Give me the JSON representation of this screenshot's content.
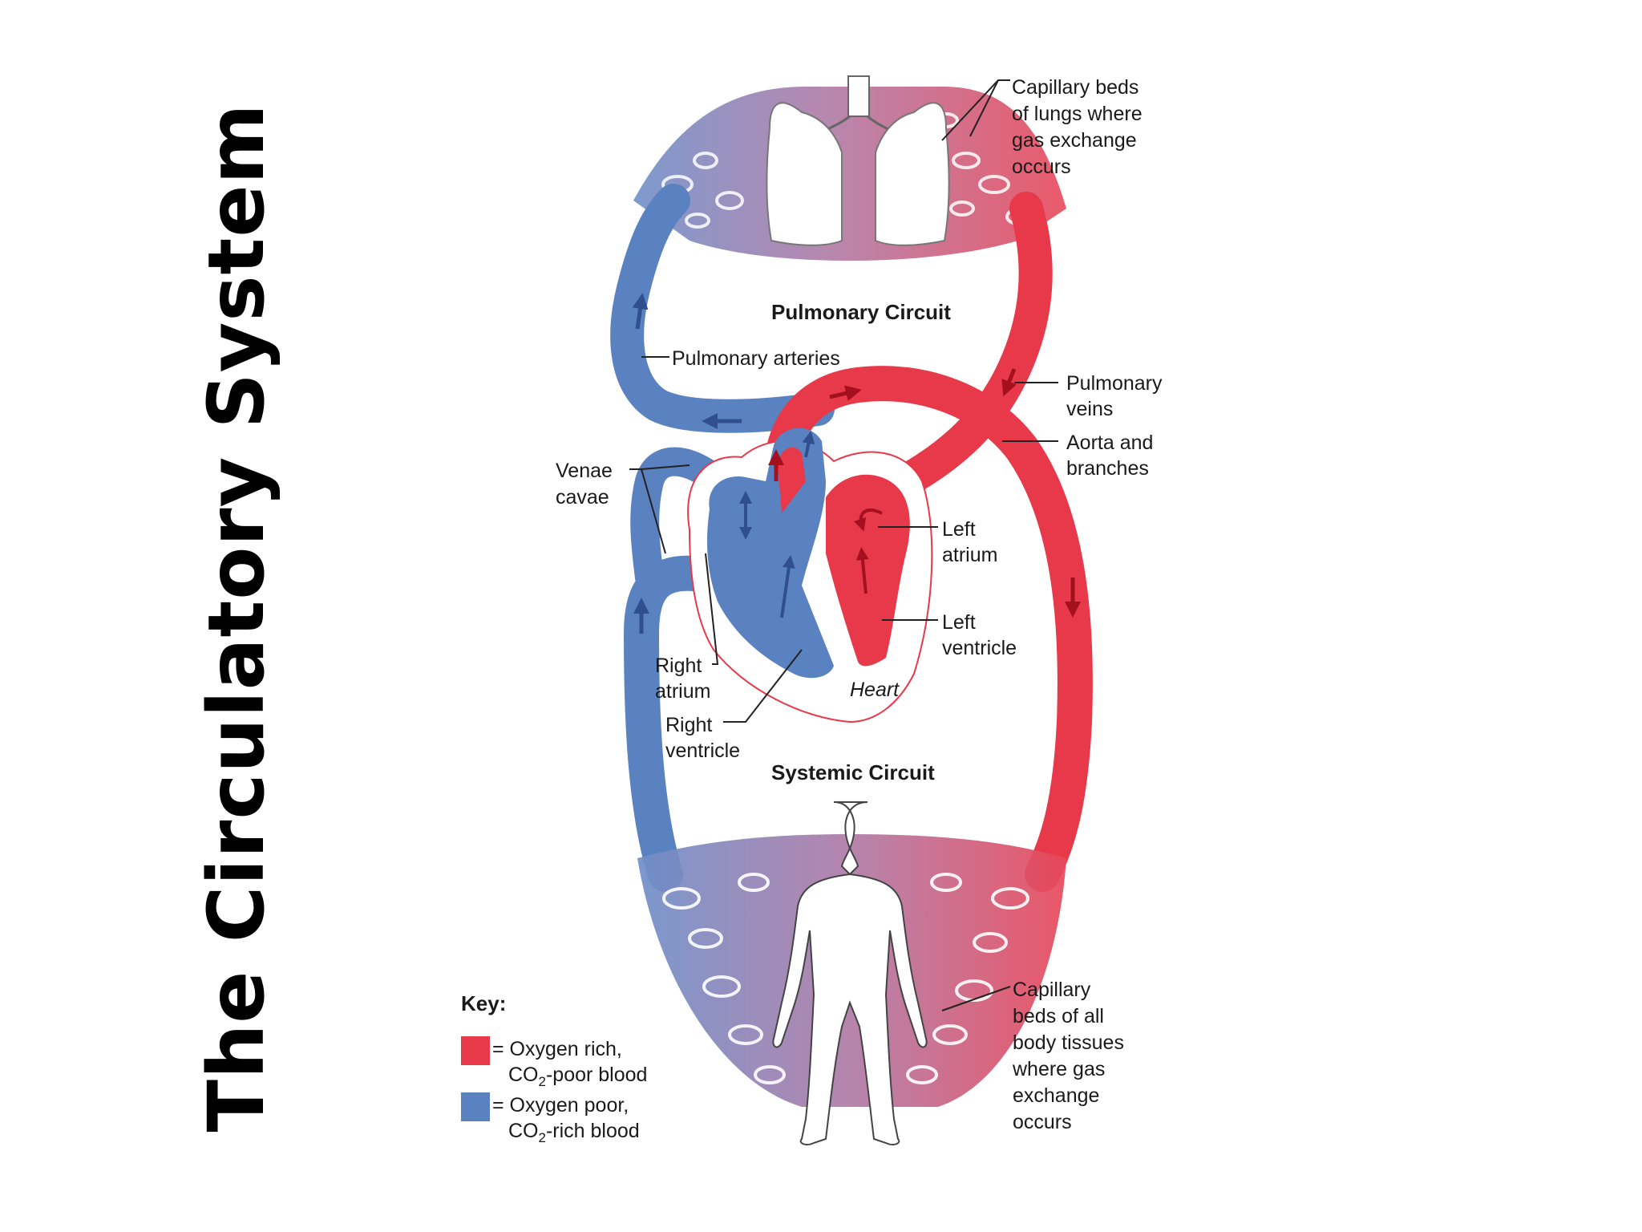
{
  "slide": {
    "title": "The Circulatory System"
  },
  "diagram": {
    "circuits": {
      "pulmonary": "Pulmonary Circuit",
      "systemic": "Systemic Circuit"
    },
    "labels": {
      "capillary_lungs": [
        "Capillary beds",
        "of lungs where",
        "gas exchange",
        "occurs"
      ],
      "pulmonary_arteries": "Pulmonary arteries",
      "pulmonary_veins": [
        "Pulmonary",
        "veins"
      ],
      "aorta": [
        "Aorta and",
        "branches"
      ],
      "venae_cavae": [
        "Venae",
        "cavae"
      ],
      "left_atrium": [
        "Left",
        "atrium"
      ],
      "left_ventricle": [
        "Left",
        "ventricle"
      ],
      "right_atrium": [
        "Right",
        "atrium"
      ],
      "right_ventricle": [
        "Right",
        "ventricle"
      ],
      "heart": "Heart",
      "capillary_body": [
        "Capillary",
        "beds of all",
        "body tissues",
        "where gas",
        "exchange",
        "occurs"
      ]
    },
    "key": {
      "title": "Key:",
      "items": [
        {
          "color": "#e8394a",
          "line1": "= Oxygen rich,",
          "line2_prefix": "CO",
          "line2_sub": "2",
          "line2_suffix": "-poor blood"
        },
        {
          "color": "#5b82c0",
          "line1": "= Oxygen poor,",
          "line2_prefix": "CO",
          "line2_sub": "2",
          "line2_suffix": "-rich blood"
        }
      ]
    },
    "colors": {
      "oxygen_rich": "#e8394a",
      "oxygen_poor": "#5b82c0",
      "mixed_capillary": "#a36a9e"
    }
  }
}
